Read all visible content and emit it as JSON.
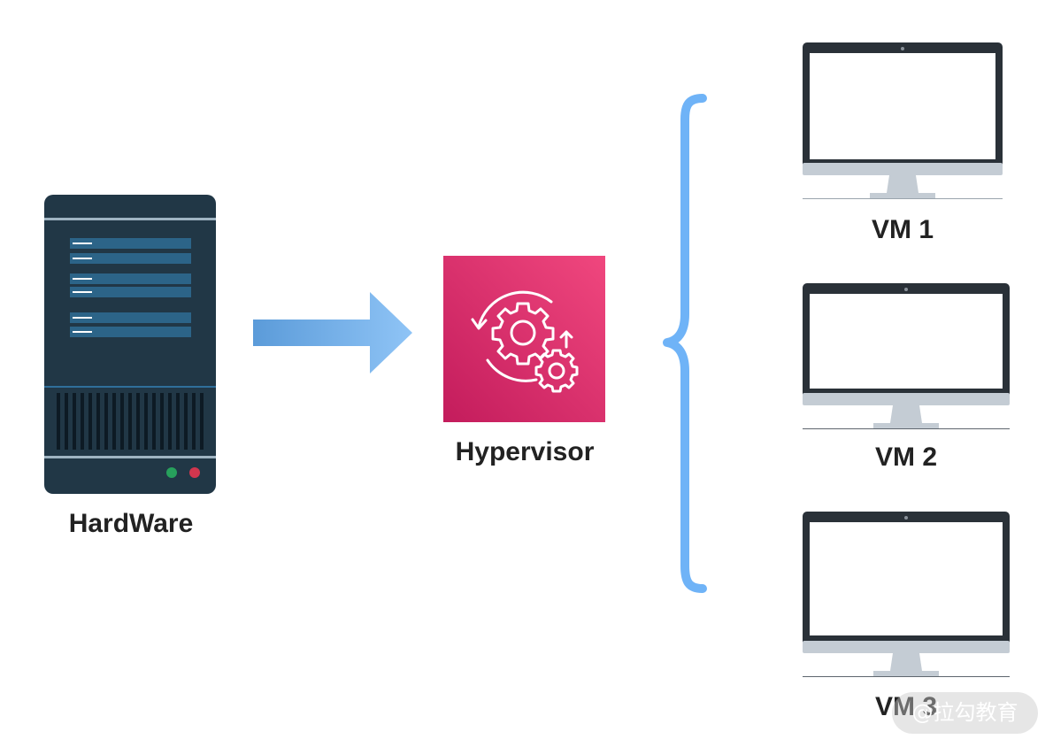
{
  "nodes": {
    "hardware": {
      "label": "HardWare",
      "icon": "server-icon"
    },
    "hypervisor": {
      "label": "Hypervisor",
      "icon": "gears-cycle-icon"
    },
    "vms": [
      {
        "label": "VM 1",
        "icon": "monitor-icon"
      },
      {
        "label": "VM 2",
        "icon": "monitor-icon"
      },
      {
        "label": "VM 3",
        "icon": "monitor-icon"
      }
    ]
  },
  "watermark": "@拉勾教育",
  "colors": {
    "server_body": "#213746",
    "server_panel": "#2c6488",
    "hypervisor_top": "#f0477e",
    "hypervisor_bottom": "#c31c5c",
    "arrow_light": "#8fc4f6",
    "arrow_dark": "#5b9bd9",
    "brace": "#6fb3f7",
    "monitor_frame": "#2a3138",
    "monitor_stand": "#c4ccd4"
  }
}
